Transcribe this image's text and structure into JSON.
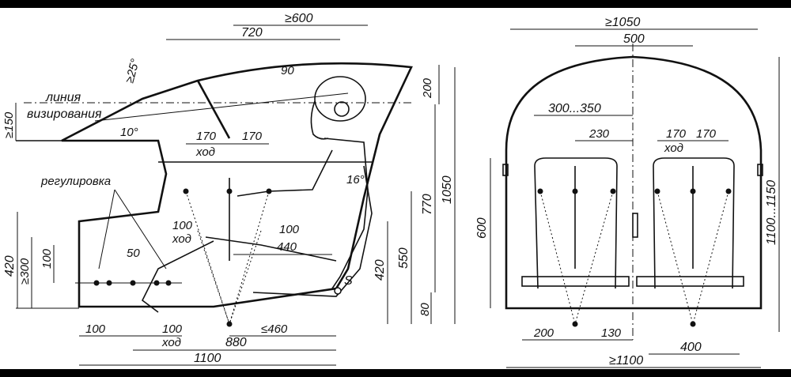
{
  "side_view": {
    "dims": {
      "d600": "≥600",
      "d720": "720",
      "d90": "90",
      "d200": "200",
      "d1050": "1050",
      "d770": "770",
      "d550": "550",
      "d420r": "420",
      "d80": "80",
      "d170a": "170",
      "d170b": "170",
      "d100a": "100",
      "d100b": "100",
      "d440": "440",
      "d50": "50",
      "d100c": "100",
      "d100d": "100",
      "d460": "≤460",
      "d880": "880",
      "d1100": "1100",
      "d420l": "420",
      "d300": "≥300",
      "d100l": "100",
      "d150": "≥150"
    },
    "angles": {
      "a25": "≥25°",
      "a10": "10°",
      "a16": "16°"
    },
    "labels": {
      "line1": "линия",
      "line2": "визирования",
      "reg": "регулировка",
      "hod": "ход",
      "s": "S"
    }
  },
  "front_view": {
    "dims": {
      "d1050": "≥1050",
      "d500": "500",
      "d300_350": "300...350",
      "d230": "230",
      "d170a": "170",
      "d170b": "170",
      "d600": "600",
      "d1100_1150": "1100...1150",
      "d200": "200",
      "d130": "130",
      "d400": "400",
      "d1100": "≥1100"
    },
    "labels": {
      "hod": "ход"
    }
  }
}
